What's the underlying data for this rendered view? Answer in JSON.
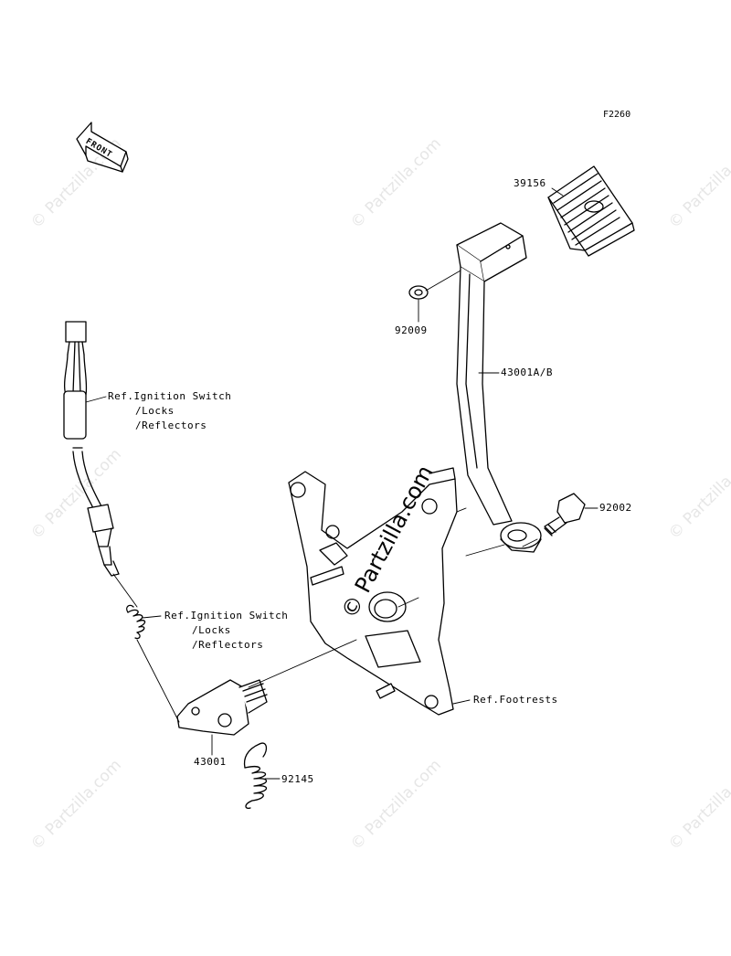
{
  "figure_id": "F2260",
  "front_label": "FRONT",
  "watermark": "© Partzilla.com",
  "watermark_center": "© Partzilla.com",
  "parts": {
    "pedal_rubber": "39156",
    "washer": "92009",
    "brake_pedal": "43001A/B",
    "bolt": "92002",
    "lever": "43001",
    "spring": "92145"
  },
  "refs": {
    "ignition_upper": [
      "Ref.Ignition Switch",
      "/Locks",
      "/Reflectors"
    ],
    "ignition_lower": [
      "Ref.Ignition Switch",
      "/Locks",
      "/Reflectors"
    ],
    "footrests": "Ref.Footrests"
  }
}
